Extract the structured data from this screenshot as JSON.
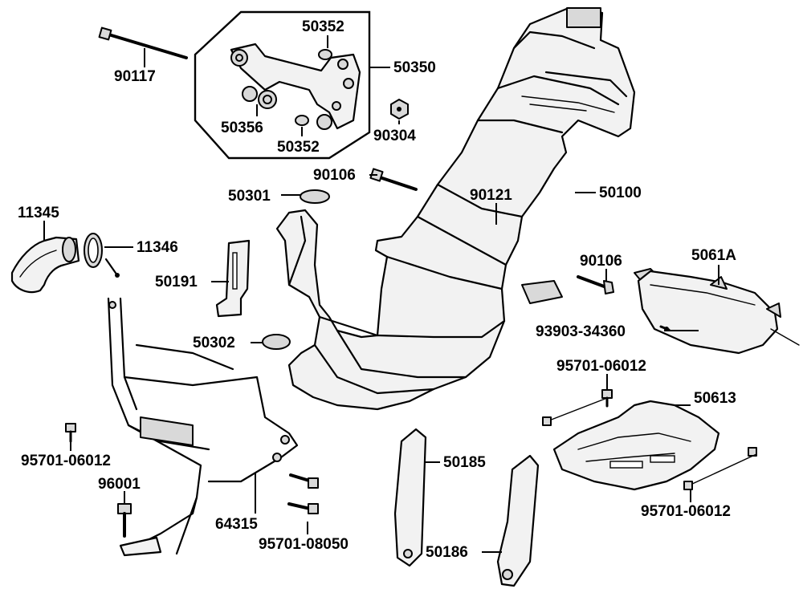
{
  "labels": {
    "p50352_top": "50352",
    "p50350": "50350",
    "p90117": "90117",
    "p50356": "50356",
    "p50352_bottom": "50352",
    "p90304": "90304",
    "p90106_top": "90106",
    "p50301": "50301",
    "p90121": "90121",
    "p50100": "50100",
    "p11345": "11345",
    "p11346": "11346",
    "p50191": "50191",
    "p90106_right": "90106",
    "p5061A": "5061A",
    "p50302": "50302",
    "p93903": "93903-34360",
    "p95701_06012_top": "95701-06012",
    "p50613": "50613",
    "p95701_06012_left": "95701-06012",
    "p50185": "50185",
    "p96001": "96001",
    "p64315": "64315",
    "p95701_08050": "95701-08050",
    "p50186": "50186",
    "p95701_06012_right": "95701-06012"
  }
}
